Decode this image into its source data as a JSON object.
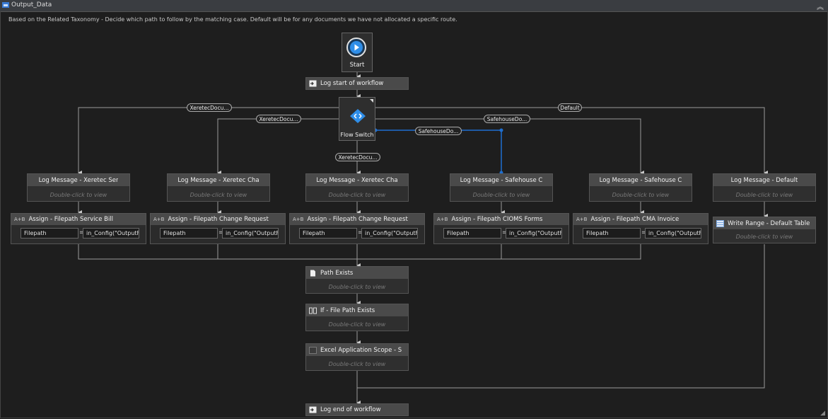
{
  "window": {
    "title": "Output_Data"
  },
  "description": "Based on the Related Taxonomy - Decide which path to follow by the matching case. Default will be for any documents we have not allocated a specific route.",
  "start": {
    "label": "Start"
  },
  "log_start": {
    "label": "Log start of workflow"
  },
  "flow_switch": {
    "label": "Flow Switch"
  },
  "cases": [
    {
      "label": "XeretecDocu..."
    },
    {
      "label": "XeretecDocu..."
    },
    {
      "label": "XeretecDocu..."
    },
    {
      "label": "SafehouseDo..."
    },
    {
      "label": "SafehouseDo..."
    },
    {
      "label": "Default"
    }
  ],
  "log_messages": [
    {
      "label": "Log Message - Xeretec Ser",
      "hint": "Double-click to view"
    },
    {
      "label": "Log Message - Xeretec Cha",
      "hint": "Double-click to view"
    },
    {
      "label": "Log Message - Xeretec Cha",
      "hint": "Double-click to view"
    },
    {
      "label": "Log Message - Safehouse C",
      "hint": "Double-click to view"
    },
    {
      "label": "Log Message - Safehouse C",
      "hint": "Double-click to view"
    },
    {
      "label": "Log Message - Default",
      "hint": "Double-click to view"
    }
  ],
  "assigns": [
    {
      "label": "Assign - Filepath Service Bill",
      "to": "Filepath",
      "value": "in_Config(\"OutputF"
    },
    {
      "label": "Assign - Filepath Change Request",
      "to": "Filepath",
      "value": "in_Config(\"OutputF"
    },
    {
      "label": "Assign - Filepath Change Request",
      "to": "Filepath",
      "value": "in_Config(\"OutputF"
    },
    {
      "label": "Assign - Filepath CIOMS Forms",
      "to": "Filepath",
      "value": "in_Config(\"OutputF"
    },
    {
      "label": "Assign - Filepath CMA Invoice",
      "to": "Filepath",
      "value": "in_Config(\"OutputF"
    }
  ],
  "assign_icon": "A+B",
  "write_range": {
    "label": "Write Range - Default Table",
    "hint": "Double-click to view"
  },
  "path_exists": {
    "label": "Path Exists",
    "hint": "Double-click to view"
  },
  "if_node": {
    "label": "If - File Path Exists",
    "hint": "Double-click to view"
  },
  "excel_scope": {
    "label": "Excel Application Scope - S",
    "hint": "Double-click to view"
  },
  "log_end": {
    "label": "Log end of workflow"
  },
  "colors": {
    "background": "#1e1e1e",
    "header": "#4a4a4a",
    "selected_connector": "#1f6fd0"
  },
  "icons": [
    "workflow-icon",
    "collapse-icon",
    "play-icon",
    "log-icon",
    "flow-switch-icon",
    "assign-icon",
    "write-range-icon",
    "file-icon",
    "if-icon",
    "excel-icon",
    "resize-icon"
  ]
}
